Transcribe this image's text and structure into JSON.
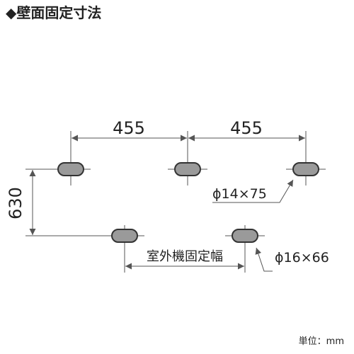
{
  "title": "◆壁面固定寸法",
  "dimensions": {
    "horizontal_left": "455",
    "horizontal_right": "455",
    "vertical": "630",
    "outdoor_unit_width": "室外機固定幅"
  },
  "hole_callouts": {
    "upper": "ϕ14×75",
    "lower": "ϕ16×66"
  },
  "unit": "単位：mm",
  "colors": {
    "hole_fill": "#9a9a9a",
    "outline": "#333333",
    "dimension_line": "#555555"
  }
}
